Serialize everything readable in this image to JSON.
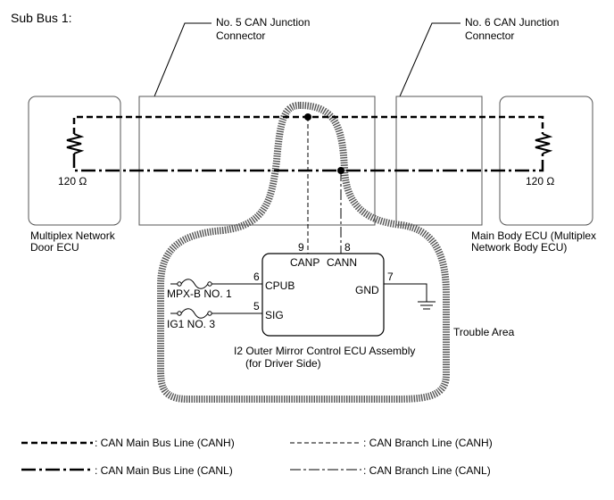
{
  "title": "Sub Bus 1:",
  "junction5": {
    "line1": "No. 5 CAN Junction",
    "line2": "Connector"
  },
  "junction6": {
    "line1": "No. 6 CAN Junction",
    "line2": "Connector"
  },
  "door_ecu": {
    "line1": "Multiplex Network",
    "line2": "Door ECU",
    "resistor": "120 Ω"
  },
  "body_ecu": {
    "line1": "Main Body ECU (Multiplex",
    "line2": "Network Body ECU)",
    "resistor": "120 Ω"
  },
  "mirror_ecu": {
    "line1": "I2  Outer Mirror Control ECU Assembly",
    "line2": "(for Driver Side)",
    "pins": {
      "canp_num": "9",
      "cann_num": "8",
      "canp": "CANP",
      "cann": "CANN",
      "cpub_num": "6",
      "cpub": "CPUB",
      "sig_num": "5",
      "sig": "SIG",
      "gnd_num": "7",
      "gnd": "GND"
    }
  },
  "fuses": {
    "mpx": "MPX-B NO. 1",
    "ig1": "IG1 NO. 3"
  },
  "trouble_area": "Trouble Area",
  "legend": {
    "main_canh": ": CAN Main Bus Line (CANH)",
    "main_canl": ": CAN Main Bus Line (CANL)",
    "branch_canh": ": CAN Branch Line (CANH)",
    "branch_canl": ": CAN Branch Line (CANL)"
  },
  "colors": {
    "line": "#000000",
    "box_border": "#555555",
    "trouble_hatch": "#555555"
  }
}
